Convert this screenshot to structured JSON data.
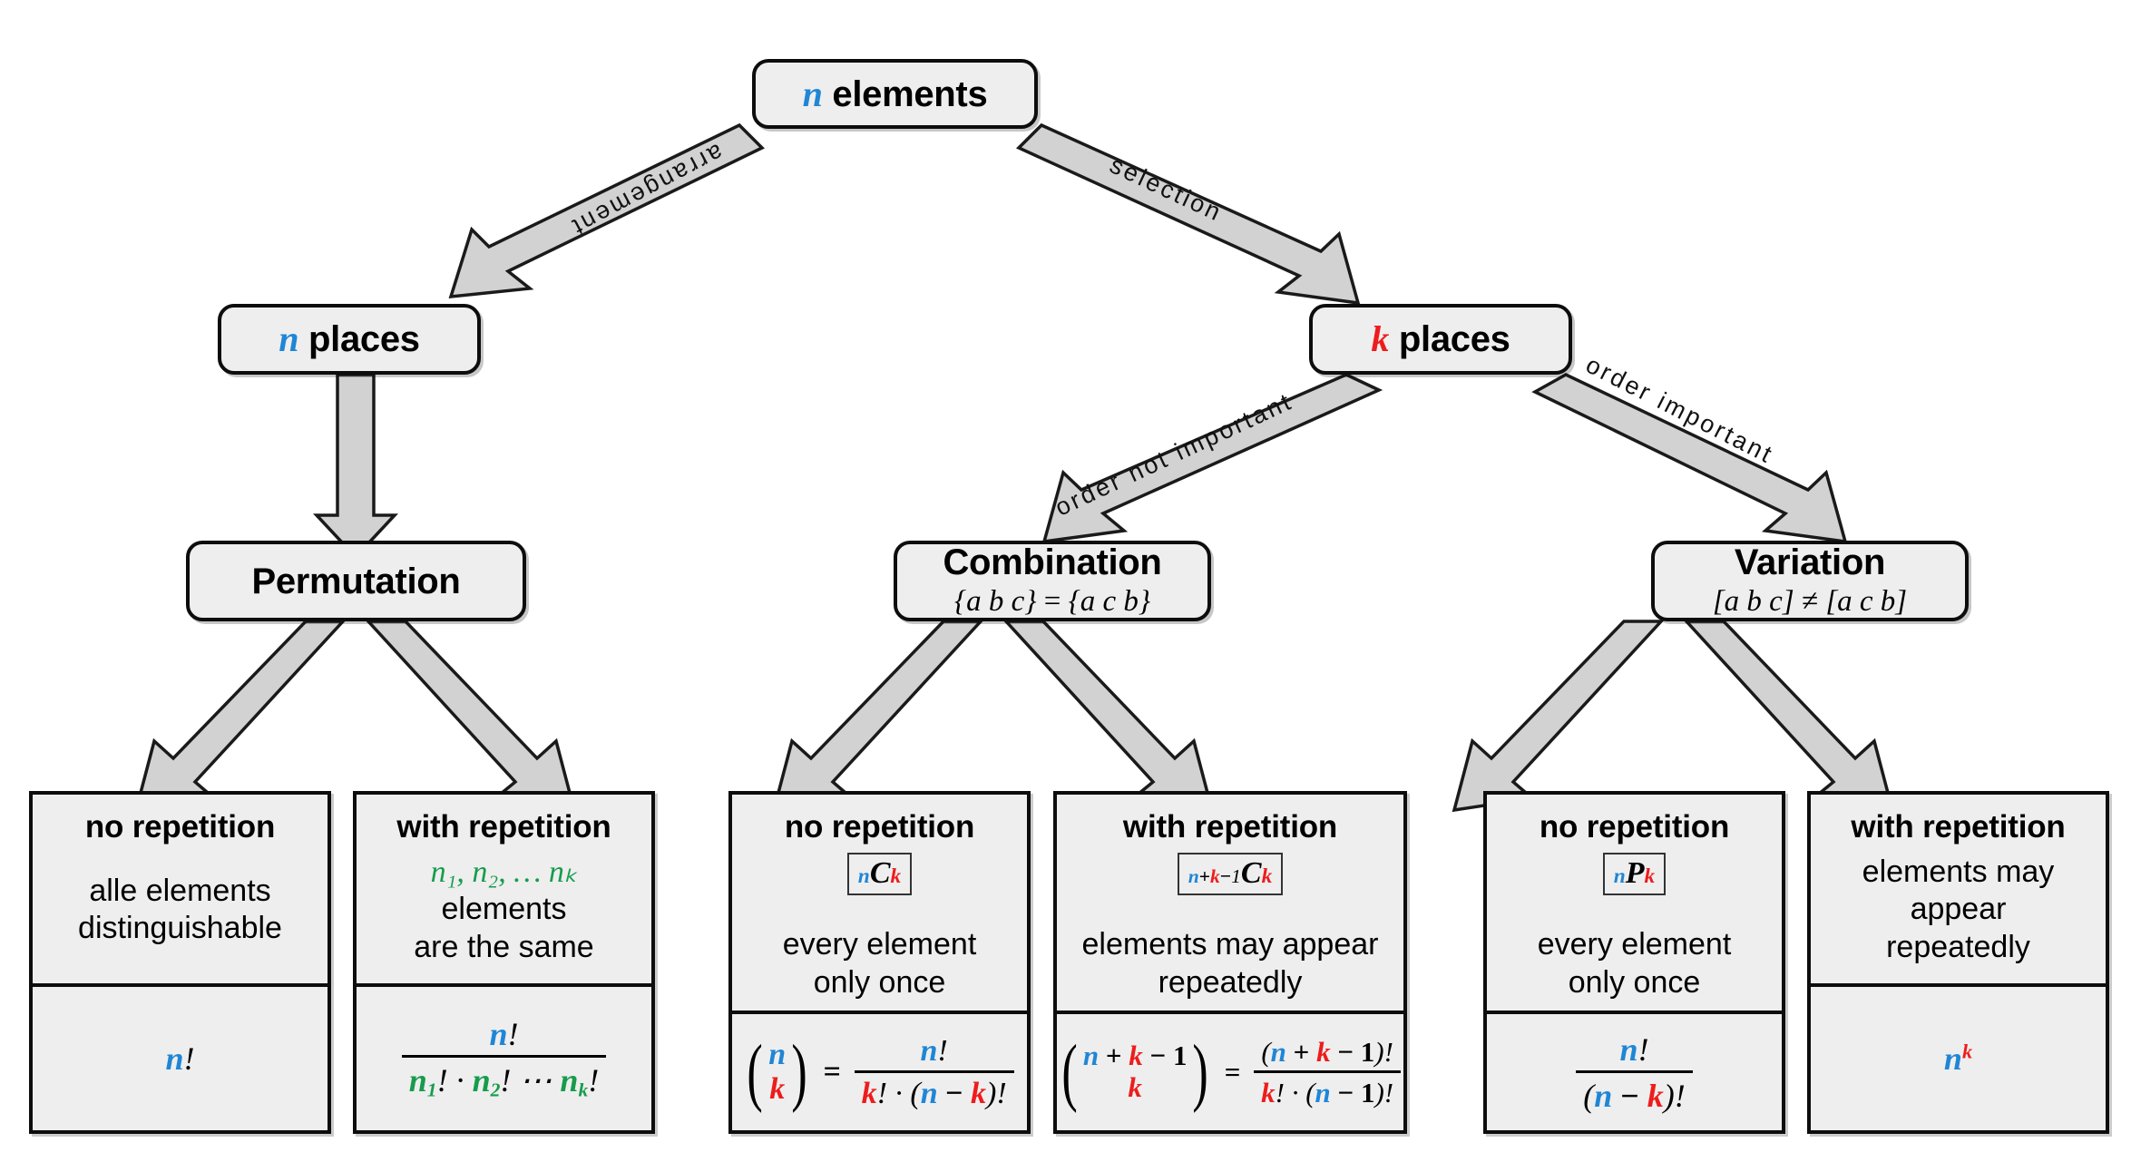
{
  "diagram": {
    "title": "Combinatorics decision tree",
    "colors": {
      "n": "#1f86d6",
      "k": "#ee1c1c",
      "green": "#169c4c",
      "node_fill": "#eeeeee",
      "outline": "#0d0d0d",
      "arrow_fill": "#d2d2d2"
    }
  },
  "nodes": {
    "root": {
      "var": "n",
      "label": "elements"
    },
    "n_places": {
      "var": "n",
      "label": "places"
    },
    "k_places": {
      "var": "k",
      "label": "places"
    },
    "permutation": {
      "title": "Permutation",
      "sub": ""
    },
    "combination": {
      "title": "Combination",
      "sub_left": "{a b c}",
      "sub_op": "=",
      "sub_right": "{a c b}"
    },
    "variation": {
      "title": "Variation",
      "sub_left": "[a b c]",
      "sub_op": "≠",
      "sub_right": "[a c b]"
    }
  },
  "edges": {
    "arrangement": "arrangement",
    "selection": "selection",
    "order_not_important": "order not important",
    "order_important": "order important"
  },
  "cards": [
    {
      "group": "permutation",
      "title": "no repetition",
      "badge": null,
      "desc_line1": "alle elements",
      "desc_line2": "distinguishable",
      "formula": "n!"
    },
    {
      "group": "permutation",
      "title": "with repetition",
      "badge": null,
      "desc_line1_parts": {
        "vars": "n₁, n₂, … nₖ",
        "text": "elements"
      },
      "desc_line2": "are the same",
      "formula": "n! / (n₁! · n₂! ⋯ nₖ!)"
    },
    {
      "group": "combination",
      "title": "no repetition",
      "badge": "ₙCₖ",
      "desc_line1": "every element",
      "desc_line2": "only once",
      "formula": "(n k) = n! / (k! · (n − k)!)"
    },
    {
      "group": "combination",
      "title": "with repetition",
      "badge": "ₙ₊ₖ₋₁Cₖ",
      "desc_line1": "elements may appear",
      "desc_line2": "repeatedly",
      "formula": "(n + k − 1 over k) = (n + k − 1)! / (k! · (n − 1)!)"
    },
    {
      "group": "variation",
      "title": "no repetition",
      "badge": "ₙPₖ",
      "desc_line1": "every element",
      "desc_line2": "only once",
      "formula": "n! / (n − k)!"
    },
    {
      "group": "variation",
      "title": "with repetition",
      "badge": null,
      "desc_line1": "elements may appear",
      "desc_line2": "repeatedly",
      "formula": "nᵏ"
    }
  ],
  "symbols": {
    "n": "n",
    "k": "k",
    "bang": "!",
    "dot": "·",
    "dots": "⋯",
    "plus": "+",
    "minus": "−",
    "one": "1",
    "equals": "=",
    "C": "C",
    "P": "P",
    "sub1": "1",
    "sub2": "2",
    "subk": "k",
    "comma": ",",
    "ellipsis": "…",
    "lparen": "(",
    "rparen": ")"
  }
}
